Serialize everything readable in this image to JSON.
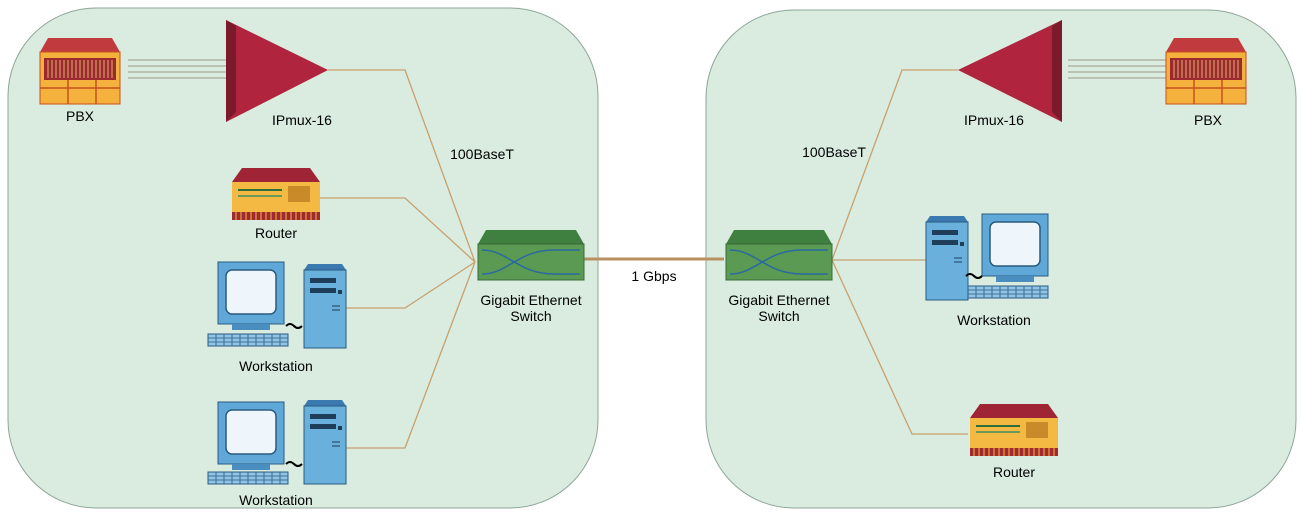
{
  "labels": {
    "pbx_left": "PBX",
    "ipmux_left": "IPmux-16",
    "link_left": "100BaseT",
    "router_left": "Router",
    "workstation_left_1": "Workstation",
    "workstation_left_2": "Workstation",
    "switch_left_1": "Gigabit Ethernet",
    "switch_left_2": "Switch",
    "trunk": "1 Gbps",
    "switch_right_1": "Gigabit Ethernet",
    "switch_right_2": "Switch",
    "link_right": "100BaseT",
    "ipmux_right": "IPmux-16",
    "pbx_right": "PBX",
    "workstation_right": "Workstation",
    "router_right": "Router"
  },
  "colors": {
    "site_fill": "#d9ecdf",
    "site_stroke": "#8fa59a",
    "link": "#c8a070",
    "trunk": "#b89060",
    "ipmux": "#b0253d",
    "device_orange": "#f4b942",
    "device_red": "#9e2436",
    "switch_green": "#4e8f4a",
    "computer_blue": "#5fa8d8"
  },
  "icons": [
    "pbx-icon",
    "ipmux-icon",
    "router-icon",
    "workstation-icon",
    "switch-icon"
  ]
}
